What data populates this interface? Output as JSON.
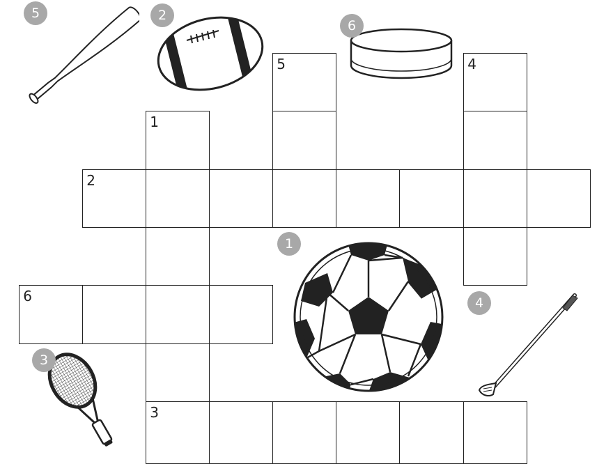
{
  "puzzle": {
    "clue_numbers": [
      "1",
      "2",
      "3",
      "4",
      "5",
      "6"
    ],
    "picture_badges": [
      "1",
      "2",
      "3",
      "4",
      "5",
      "6"
    ],
    "pictures": [
      {
        "badge": "1",
        "icon": "soccer-ball-icon"
      },
      {
        "badge": "2",
        "icon": "american-football-icon"
      },
      {
        "badge": "3",
        "icon": "tennis-racket-icon"
      },
      {
        "badge": "4",
        "icon": "golf-club-icon"
      },
      {
        "badge": "5",
        "icon": "baseball-bat-icon"
      },
      {
        "badge": "6",
        "icon": "hockey-puck-icon"
      }
    ],
    "line_color": "#222222",
    "badge_color": "#a8a8a8"
  }
}
